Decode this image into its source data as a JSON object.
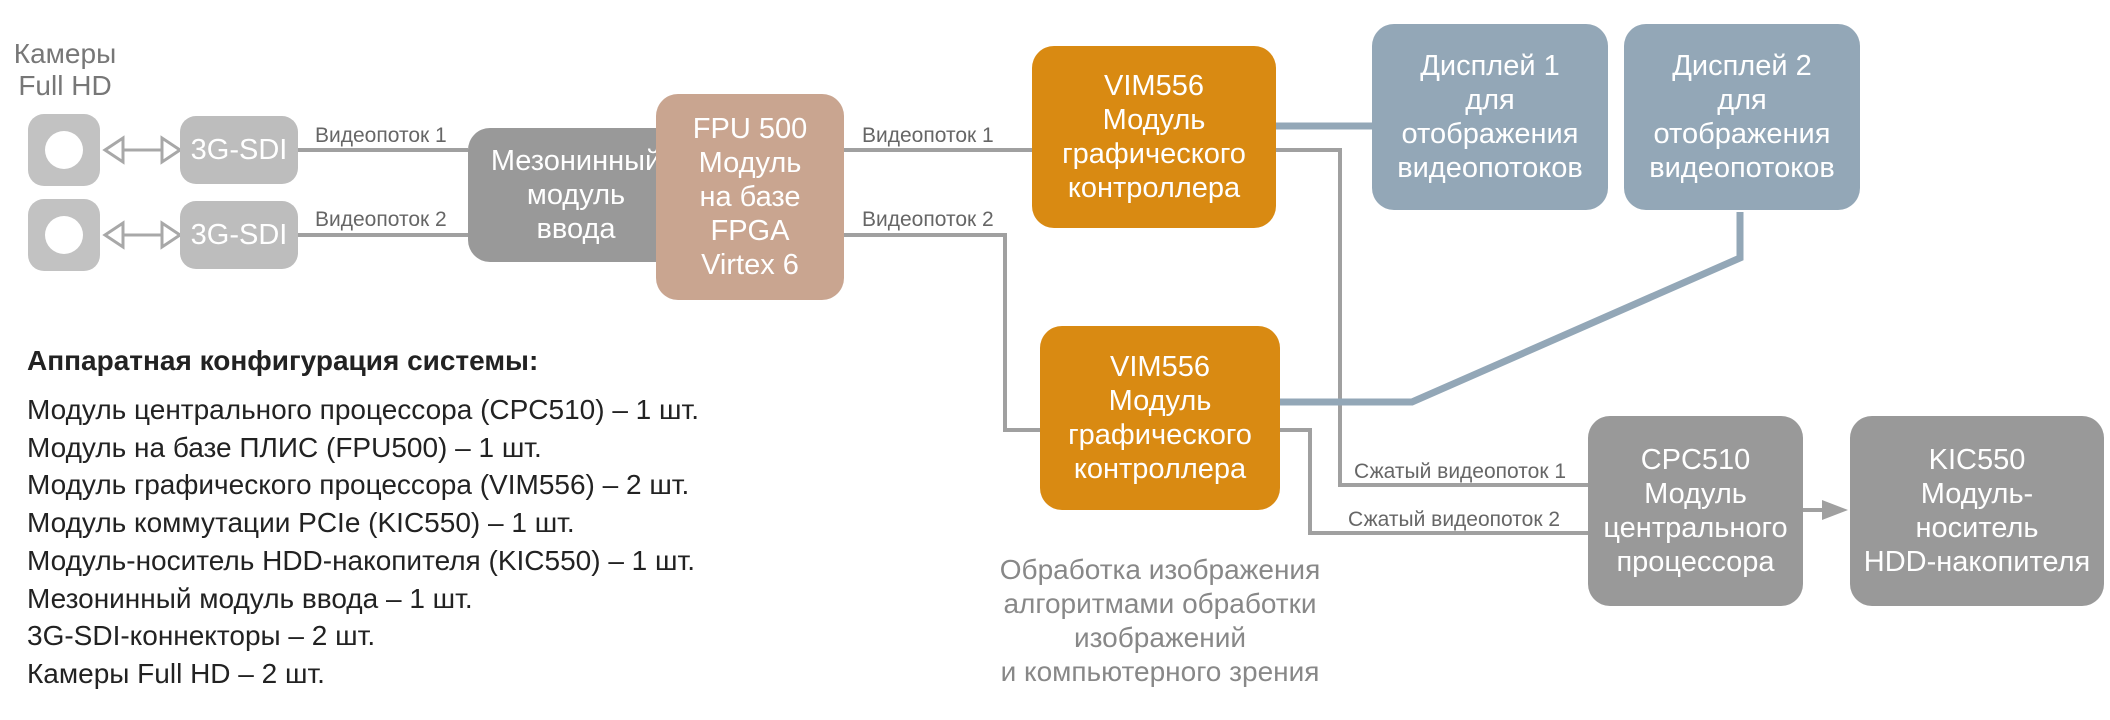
{
  "cameras": {
    "title_lines": [
      "Камеры",
      "Full HD"
    ]
  },
  "connectors": {
    "label": "3G-SDI"
  },
  "streams": {
    "video1": "Видеопоток 1",
    "video2": "Видеопоток 2",
    "fpu_video1": "Видеопоток 1",
    "fpu_video2": "Видеопоток 2",
    "compressed1": "Сжатый видеопоток 1",
    "compressed2": "Сжатый видеопоток 2"
  },
  "modules": {
    "mezzanine": [
      "Мезонинный",
      "модуль",
      "ввода"
    ],
    "fpu": [
      "FPU 500",
      "Модуль",
      "на базе",
      "FPGA",
      "Virtex 6"
    ],
    "vim_top": [
      "VIM556",
      "Модуль",
      "графического",
      "контроллера"
    ],
    "vim_bottom": [
      "VIM556",
      "Модуль",
      "графического",
      "контроллера"
    ],
    "display1": [
      "Дисплей 1",
      "для",
      "отображения",
      "видеопотоков"
    ],
    "display2": [
      "Дисплей 2",
      "для",
      "отображения",
      "видеопотоков"
    ],
    "cpc": [
      "CPC510",
      "Модуль",
      "центрального",
      "процессора"
    ],
    "kic": [
      "KIC550",
      "Модуль-",
      "носитель",
      "HDD-накопителя"
    ]
  },
  "note": [
    "Обработка изображения",
    "алгоритмами обработки",
    "изображений",
    "и компьютерного зрения"
  ],
  "config": {
    "title": "Аппаратная конфигурация системы:",
    "items": [
      "Модуль центрального процессора (CPC510) – 1 шт.",
      "Модуль на базе ПЛИС (FPU500) – 1 шт.",
      "Модуль графического процессора (VIM556) – 2 шт.",
      "Модуль коммутации PCIe (KIC550) – 1 шт.",
      "Модуль-носитель HDD-накопителя (KIC550) – 1 шт.",
      "Мезонинный модуль ввода – 1 шт.",
      "3G-SDI-коннекторы – 2 шт.",
      "Камеры Full HD – 2 шт."
    ]
  },
  "colors": {
    "gray_box": "#999999",
    "connector": "#bdbdbd",
    "fpga": "#c9a590",
    "gpu": "#d98a12",
    "display": "#93a7b7",
    "display_link": "#93a7b7",
    "wire": "#a0a0a0"
  }
}
